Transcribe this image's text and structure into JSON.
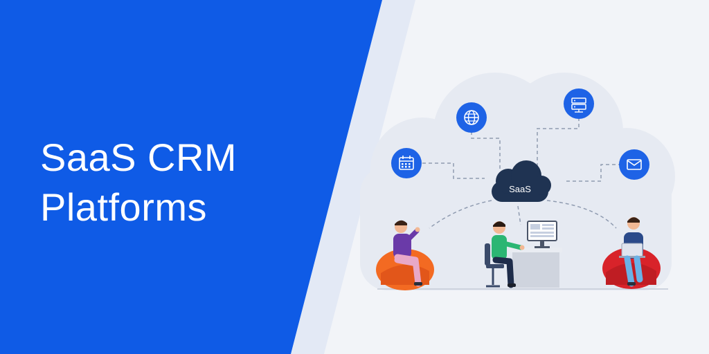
{
  "banner": {
    "title_line1": "SaaS CRM",
    "title_line2": "Platforms"
  },
  "cloud_label": "SaaS",
  "colors": {
    "brand_blue": "#0f5be6",
    "icon_blue": "#1e63e6",
    "cloud_dark": "#1f3352",
    "background": "#f2f4f8"
  },
  "icons": [
    "calendar-icon",
    "globe-icon",
    "server-icon",
    "mail-icon"
  ],
  "people": [
    "person-on-orange-beanbag",
    "person-at-desk",
    "person-on-red-beanbag"
  ]
}
